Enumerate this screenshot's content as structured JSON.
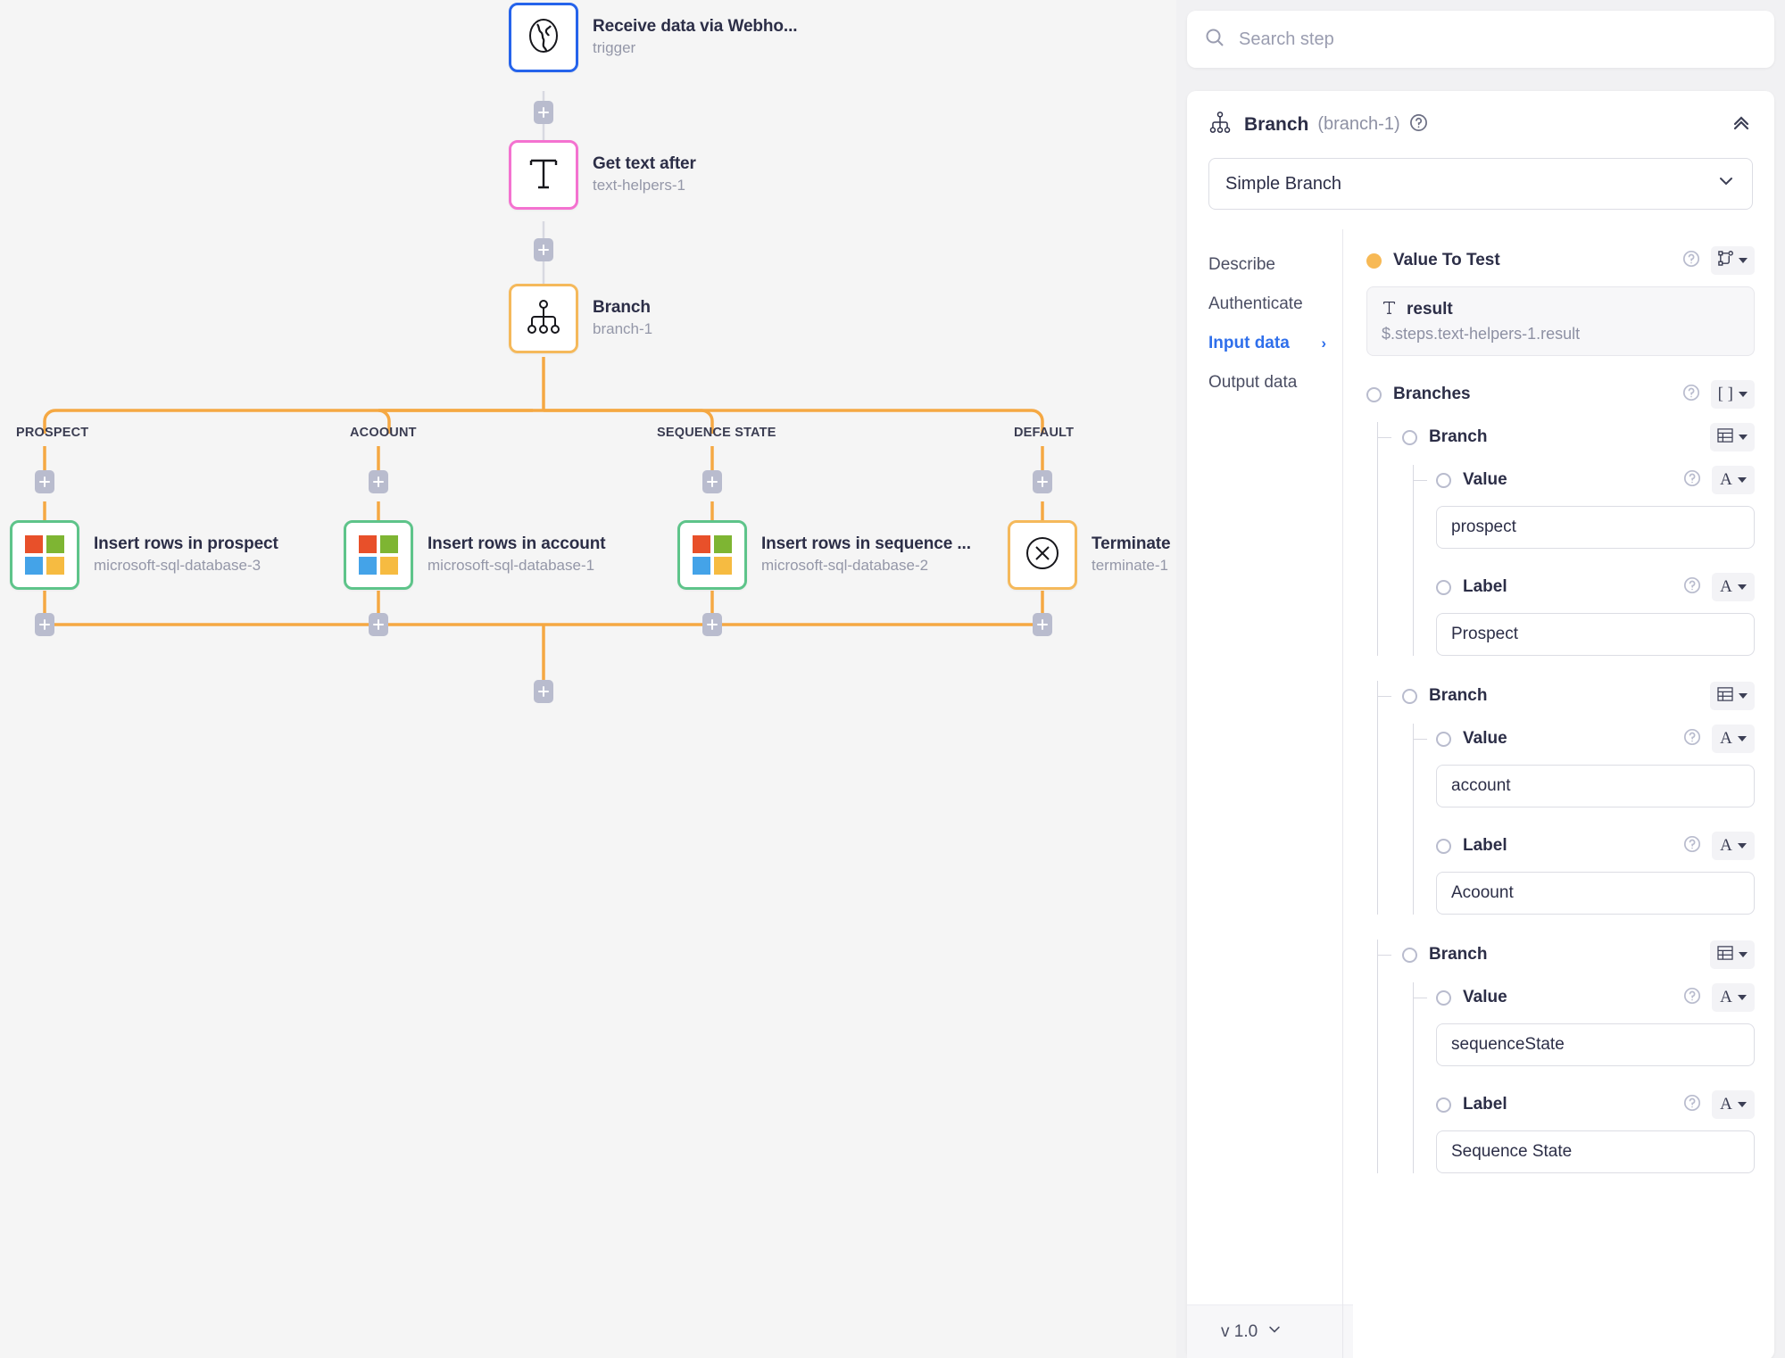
{
  "canvas": {
    "nodes": [
      {
        "title": "Receive data via Webho...",
        "sub": "trigger",
        "icon": "globe-icon",
        "color": "blue"
      },
      {
        "title": "Get text after",
        "sub": "text-helpers-1",
        "icon": "text-t-icon",
        "color": "pink"
      },
      {
        "title": "Branch",
        "sub": "branch-1",
        "icon": "branch-tree-icon",
        "color": "orange"
      },
      {
        "title": "Insert rows in prospect",
        "sub": "microsoft-sql-database-3",
        "icon": "microsoft-logo-icon",
        "color": "green"
      },
      {
        "title": "Insert rows in account",
        "sub": "microsoft-sql-database-1",
        "icon": "microsoft-logo-icon",
        "color": "green"
      },
      {
        "title": "Insert rows in sequence ...",
        "sub": "microsoft-sql-database-2",
        "icon": "microsoft-logo-icon",
        "color": "green"
      },
      {
        "title": "Terminate",
        "sub": "terminate-1",
        "icon": "circle-x-icon",
        "color": "orange"
      }
    ],
    "edge_labels": [
      "PROSPECT",
      "ACOOUNT",
      "SEQUENCE STATE",
      "DEFAULT"
    ],
    "connector_color": "#f5a843",
    "plus_color": "#b9bcce"
  },
  "search": {
    "placeholder": "Search step",
    "icon": "search-icon"
  },
  "step": {
    "icon": "branch-tree-icon",
    "title": "Branch",
    "id": "(branch-1)",
    "help_icon": "help-circle-icon",
    "collapse_icon": "chevron-double-up-icon",
    "type_select": {
      "value": "Simple Branch",
      "icon": "chevron-down-icon"
    },
    "nav": [
      {
        "label": "Describe",
        "active": false
      },
      {
        "label": "Authenticate",
        "active": false
      },
      {
        "label": "Input data",
        "active": true,
        "arrow": "›"
      },
      {
        "label": "Output data",
        "active": false
      }
    ],
    "value_to_test": {
      "label": "Value To Test",
      "dot": "filled",
      "type_btn": "branch-type-icon",
      "name": "result",
      "name_icon": "text-t-icon",
      "path": "$.steps.text-helpers-1.result"
    },
    "branches_group": {
      "label": "Branches",
      "dot": "hollow",
      "type_btn": "[ ]"
    },
    "branches": [
      {
        "label": "Branch",
        "type_btn": "table-icon",
        "fields": [
          {
            "label": "Value",
            "type_btn": "A",
            "value": "prospect"
          },
          {
            "label": "Label",
            "type_btn": "A",
            "value": "Prospect"
          }
        ]
      },
      {
        "label": "Branch",
        "type_btn": "table-icon",
        "fields": [
          {
            "label": "Value",
            "type_btn": "A",
            "value": "account"
          },
          {
            "label": "Label",
            "type_btn": "A",
            "value": "Acoount"
          }
        ]
      },
      {
        "label": "Branch",
        "type_btn": "table-icon",
        "fields": [
          {
            "label": "Value",
            "type_btn": "A",
            "value": "sequenceState"
          },
          {
            "label": "Label",
            "type_btn": "A",
            "value": "Sequence State"
          }
        ]
      }
    ],
    "version": {
      "label": "v 1.0",
      "icon": "chevron-down-icon"
    }
  },
  "colors": {
    "accent_orange": "#f5a843",
    "accent_blue": "#2563eb",
    "accent_pink": "#f472d0",
    "accent_green": "#5ec48a",
    "active_nav": "#2f6feb",
    "value_dot": "#f7b955"
  }
}
